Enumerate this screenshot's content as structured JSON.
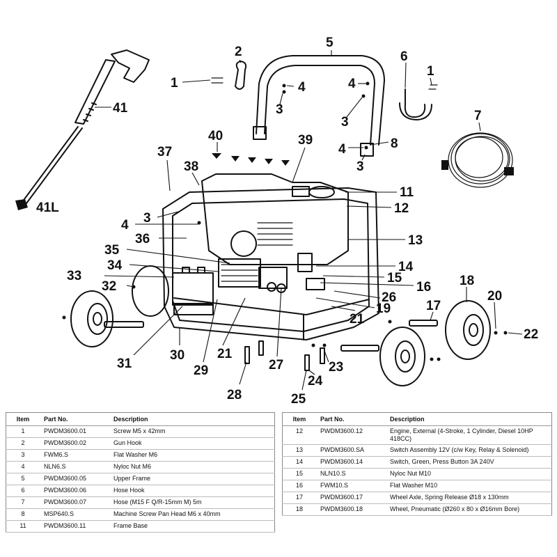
{
  "callouts": [
    "1",
    "2",
    "5",
    "6",
    "1",
    "4",
    "4",
    "3",
    "3",
    "41",
    "7",
    "40",
    "4",
    "8",
    "3",
    "39",
    "37",
    "38",
    "3",
    "11",
    "12",
    "4",
    "36",
    "13",
    "35",
    "34",
    "14",
    "33",
    "15",
    "32",
    "16",
    "26",
    "18",
    "17",
    "20",
    "19",
    "21",
    "22",
    "31",
    "30",
    "29",
    "21",
    "27",
    "23",
    "24",
    "28",
    "25",
    "41L"
  ],
  "parts_table": {
    "columns": [
      "Item",
      "Part No.",
      "Description"
    ],
    "left": [
      {
        "item": "1",
        "part_no": "PWDM3600.01",
        "description": "Screw  M5 x 42mm"
      },
      {
        "item": "2",
        "part_no": "PWDM3600.02",
        "description": "Gun Hook"
      },
      {
        "item": "3",
        "part_no": "FWM6.S",
        "description": "Flat Washer M6"
      },
      {
        "item": "4",
        "part_no": "NLN6.S",
        "description": "Nyloc Nut M6"
      },
      {
        "item": "5",
        "part_no": "PWDM3600.05",
        "description": "Upper Frame"
      },
      {
        "item": "6",
        "part_no": "PWDM3600.06",
        "description": "Hose Hook"
      },
      {
        "item": "7",
        "part_no": "PWDM3600.07",
        "description": "Hose (M15 F Q/R-15mm M) 5m"
      },
      {
        "item": "8",
        "part_no": "MSP640.S",
        "description": "Machine Screw Pan Head M6 x 40mm"
      },
      {
        "item": "11",
        "part_no": "PWDM3600.11",
        "description": "Frame Base"
      }
    ],
    "right": [
      {
        "item": "12",
        "part_no": "PWDM3600.12",
        "description": "Engine, External (4-Stroke, 1 Cylinder, Diesel 10HP 418CC)"
      },
      {
        "item": "13",
        "part_no": "PWDM3600.SA",
        "description": "Switch Assembly 12V (c/w Key, Relay & Solenoid)"
      },
      {
        "item": "14",
        "part_no": "PWDM3600.14",
        "description": "Switch, Green, Press Button 3A 240V"
      },
      {
        "item": "15",
        "part_no": "NLN10.S",
        "description": "Nyloc Nut M10"
      },
      {
        "item": "16",
        "part_no": "FWM10.S",
        "description": "Flat Washer M10"
      },
      {
        "item": "17",
        "part_no": "PWDM3600.17",
        "description": "Wheel Axle, Spring Release Ø18 x 130mm"
      },
      {
        "item": "18",
        "part_no": "PWDM3600.18",
        "description": "Wheel, Pneumatic (Ø260 x 80 x Ø16mm Bore)"
      }
    ]
  }
}
